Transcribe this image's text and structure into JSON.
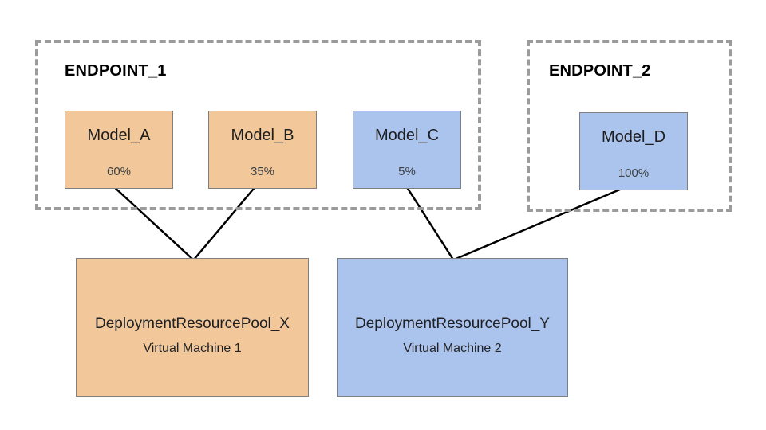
{
  "endpoints": [
    {
      "title": "ENDPOINT_1"
    },
    {
      "title": "ENDPOINT_2"
    }
  ],
  "models": [
    {
      "name": "Model_A",
      "traffic_split": "60%"
    },
    {
      "name": "Model_B",
      "traffic_split": "35%"
    },
    {
      "name": "Model_C",
      "traffic_split": "5%"
    },
    {
      "name": "Model_D",
      "traffic_split": "100%"
    }
  ],
  "pools": [
    {
      "name": "DeploymentResourcePool_X",
      "machine": "Virtual Machine 1"
    },
    {
      "name": "DeploymentResourcePool_Y",
      "machine": "Virtual Machine 2"
    }
  ],
  "edges": [
    {
      "from": "Model_A",
      "to": "DeploymentResourcePool_X"
    },
    {
      "from": "Model_B",
      "to": "DeploymentResourcePool_X"
    },
    {
      "from": "Model_C",
      "to": "DeploymentResourcePool_Y"
    },
    {
      "from": "Model_D",
      "to": "DeploymentResourcePool_Y"
    }
  ],
  "colors": {
    "model_orange": "#f2c89b",
    "model_blue": "#abc4ee",
    "box_border": "#7f7f7f",
    "endpoint_dashed_border": "#9b9b9b",
    "connector_line": "#000000"
  }
}
